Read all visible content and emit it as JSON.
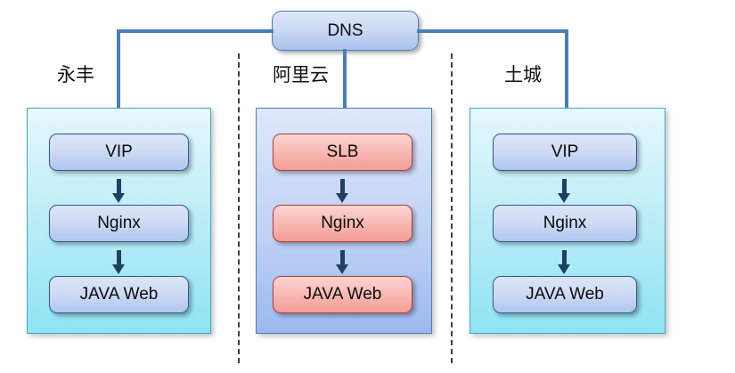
{
  "diagram": {
    "root": {
      "label": "DNS",
      "icon": "dns-node-icon"
    },
    "regions": [
      {
        "id": "yongfeng",
        "label": "永丰",
        "theme": "cyan",
        "accent_color": "#3fa9c9",
        "nodes": [
          {
            "label": "VIP",
            "style": "blue"
          },
          {
            "label": "Nginx",
            "style": "blue"
          },
          {
            "label": "JAVA Web",
            "style": "blue"
          }
        ]
      },
      {
        "id": "aliyun",
        "label": "阿里云",
        "theme": "blue",
        "accent_color": "#4a7ebb",
        "nodes": [
          {
            "label": "SLB",
            "style": "red"
          },
          {
            "label": "Nginx",
            "style": "red"
          },
          {
            "label": "JAVA Web",
            "style": "red"
          }
        ]
      },
      {
        "id": "tucheng",
        "label": "土城",
        "theme": "cyan",
        "accent_color": "#3fa9c9",
        "nodes": [
          {
            "label": "VIP",
            "style": "blue"
          },
          {
            "label": "Nginx",
            "style": "blue"
          },
          {
            "label": "JAVA Web",
            "style": "blue"
          }
        ]
      }
    ],
    "colors": {
      "connector": "#4a7ebb",
      "flow_arrow": "#1f3f63",
      "divider": "#3f3f3f",
      "node_blue_border": "#33578f",
      "node_red_border": "#b33a34",
      "background": "#ffffff"
    }
  }
}
